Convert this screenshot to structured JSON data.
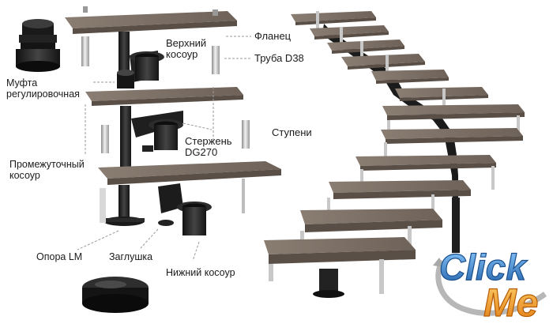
{
  "labels": {
    "top_stringer": "Верхний\nкосоур",
    "flange": "Фланец",
    "pipe": "Труба D38",
    "coupling": "Муфта\nрегулировочная",
    "rod": "Стержень\nDG270",
    "steps": "Ступени",
    "middle_stringer": "Промежуточный\nкосоур",
    "support": "Опора LM",
    "cap": "Заглушка",
    "bottom_stringer": "Нижний косоур"
  },
  "logo": {
    "line1": "Click",
    "line2": "Me"
  },
  "colors": {
    "wood_top": "#7a6d63",
    "wood_front": "#5f544c",
    "metal_dark": "#1c1c1c",
    "metal_mid": "#3a3a3a",
    "steel": "#c9c9c9",
    "label": "#1b1b1b",
    "logo_blue": "#3a86c9",
    "logo_orange": "#f29a1d"
  }
}
